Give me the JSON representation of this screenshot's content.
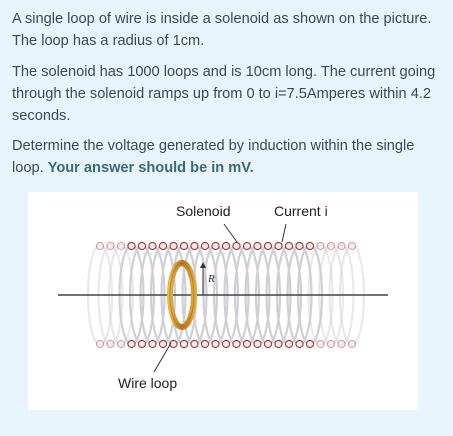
{
  "problem": {
    "paragraph1": "A single loop of wire is inside a solenoid as shown on the picture. The loop has a radius of 1cm.",
    "paragraph2": "The solenoid has 1000 loops and is 10cm long. The current going through the solenoid ramps up from 0 to i=7.5Amperes within 4.2 seconds.",
    "paragraph3_plain": "Determine the voltage generated by induction within the single loop. ",
    "paragraph3_bold": "Your answer should be in mV."
  },
  "figure": {
    "label_solenoid": "Solenoid",
    "label_current": "Current i",
    "label_radius": "R",
    "label_wire_loop": "Wire loop"
  },
  "colors": {
    "panel_background": "#e8f4fb",
    "body_text": "#3d4a55",
    "emphasis_text": "#3a6b74",
    "wire_loop": "#c8922a",
    "coil_rings": "#cfcfd6",
    "coil_dots": "#9a3a3a"
  }
}
